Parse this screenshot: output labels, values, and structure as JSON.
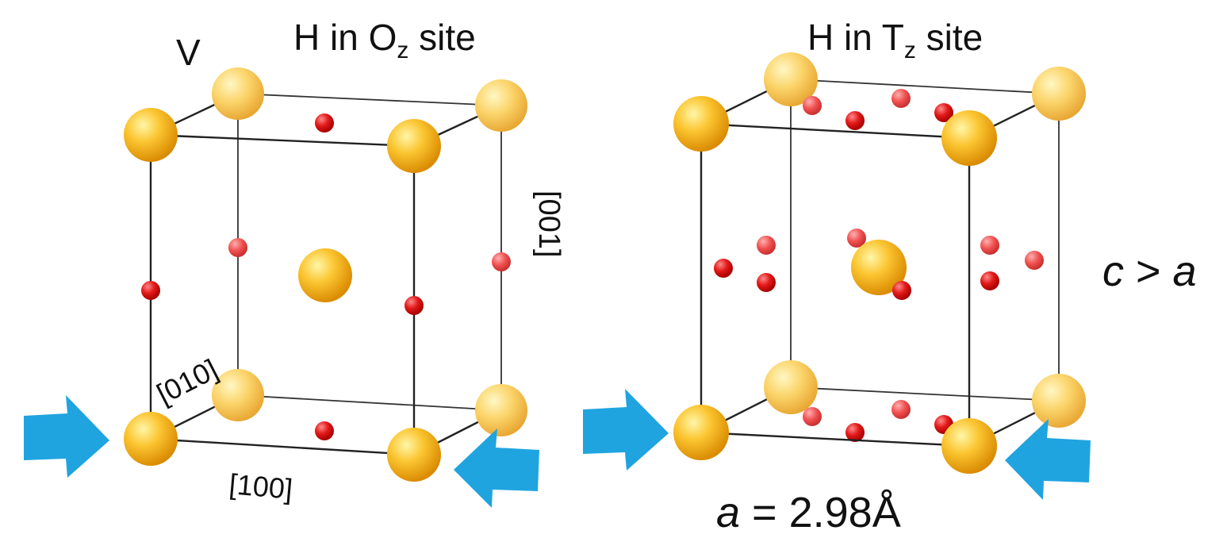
{
  "colors": {
    "v_atom": "#f3b412",
    "h_atom": "#e01515",
    "arrow": "#1fa4e0",
    "edge": "#222222"
  },
  "left_panel": {
    "title_prefix": "H in O",
    "title_sub": "z",
    "title_suffix": " site",
    "atom_label": "V",
    "direction_001": "[001]",
    "direction_010": "[010]",
    "direction_100": "[100]"
  },
  "right_panel": {
    "title_prefix": "H in T",
    "title_sub": "z",
    "title_suffix": " site",
    "ratio_c": "c",
    "ratio_sign": " > ",
    "ratio_a": "a",
    "lattice_a": "a",
    "lattice_value": " = 2.98Å"
  }
}
